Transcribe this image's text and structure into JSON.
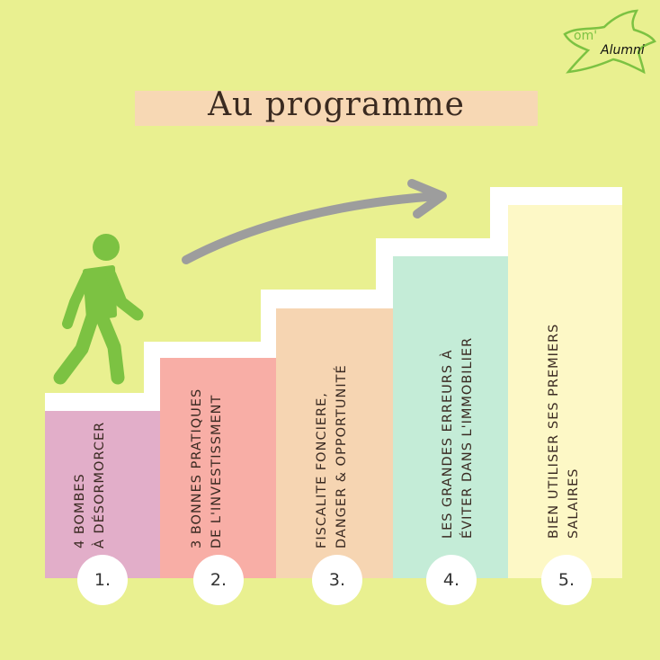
{
  "logo": {
    "prefix": "om'",
    "name": "Alumni"
  },
  "title": "Au programme",
  "steps": [
    {
      "number": "1.",
      "line1": "4 BOMBES",
      "line2": "À DÉSORMORCER",
      "color": "#e2aec9"
    },
    {
      "number": "2.",
      "line1": "3 BONNES PRATIQUES",
      "line2": "DE L'INVESTISSMENT",
      "color": "#f8aea6"
    },
    {
      "number": "3.",
      "line1": "FISCALITE FONCIERE,",
      "line2": "DANGER & OPPORTUNITÉ",
      "color": "#f6d5b2"
    },
    {
      "number": "4.",
      "line1": "LES GRANDES ERREURS À",
      "line2": "ÉVITER DANS L'IMMOBILIER",
      "color": "#c4ecd7"
    },
    {
      "number": "5.",
      "line1": "BIEN UTILISER SES PREMIERS",
      "line2": "SALAIRES",
      "color": "#fdf8c6"
    }
  ],
  "colors": {
    "background": "#e9f090",
    "figure": "#7cc242",
    "arrow": "#9d9d9d"
  }
}
